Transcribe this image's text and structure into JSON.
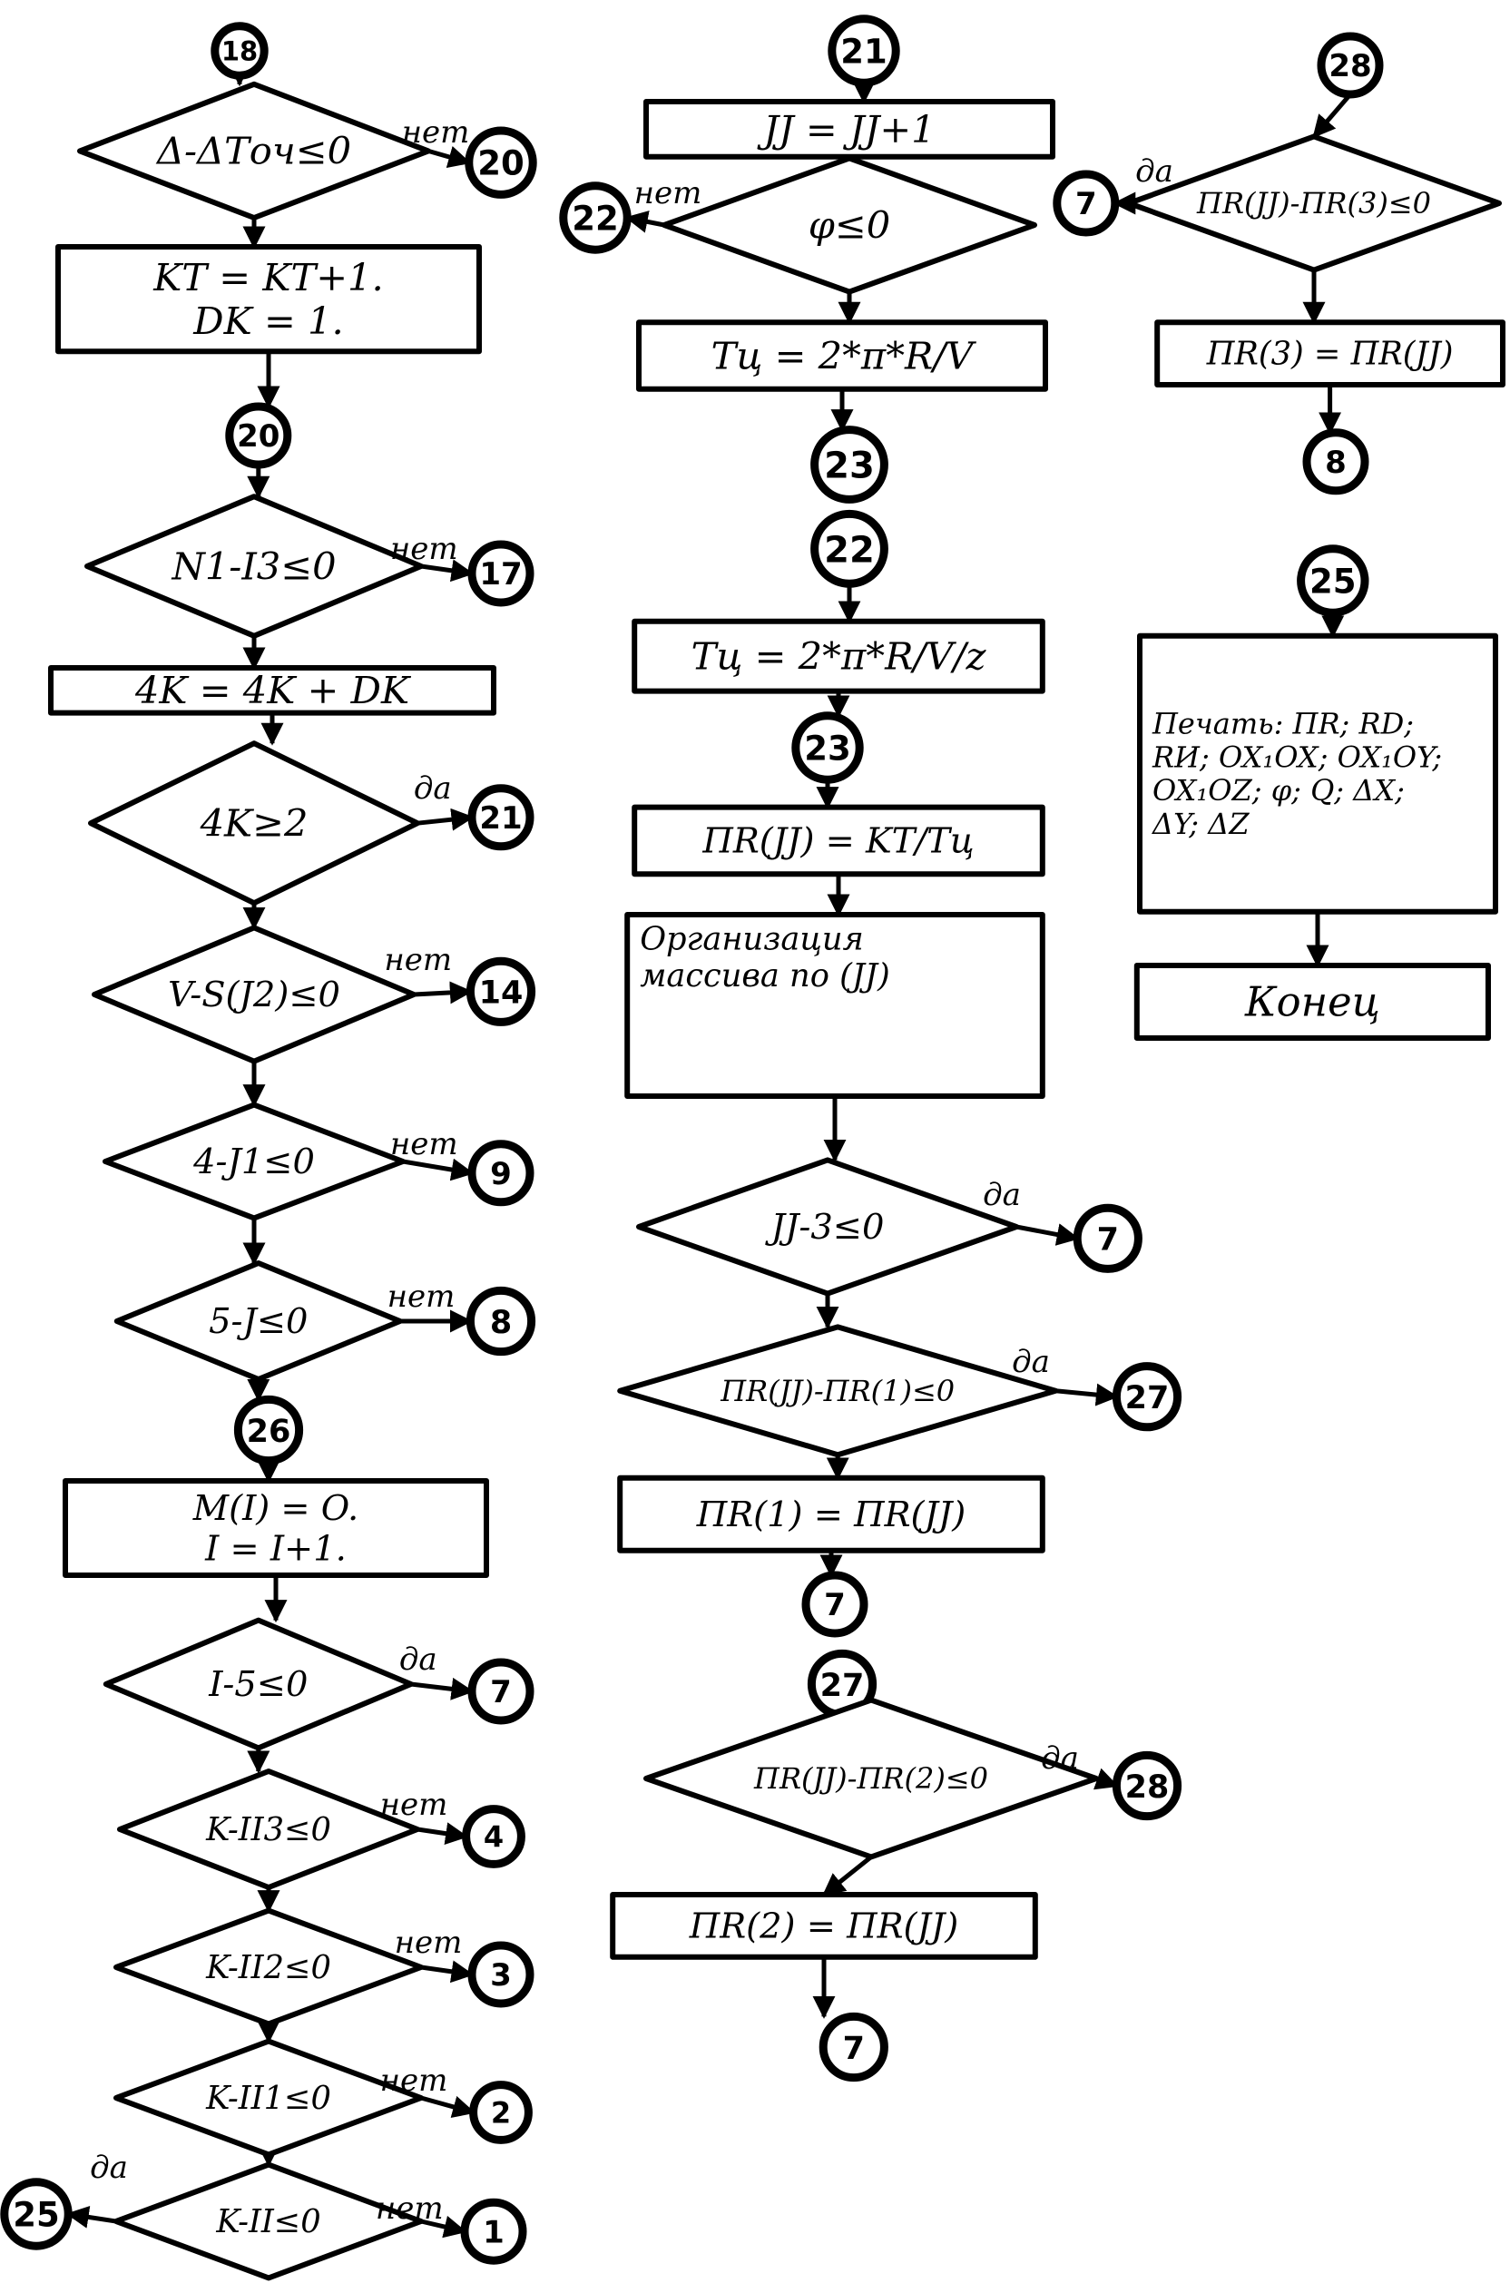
{
  "diagram": {
    "type": "flowchart",
    "language": "ru",
    "labels": {
      "yes": "да",
      "no": "нет"
    },
    "nodes": [
      {
        "id": "c18",
        "kind": "connector",
        "text": "18",
        "col": "left"
      },
      {
        "id": "d1",
        "kind": "decision",
        "text": "Δ-ΔТоч≤0"
      },
      {
        "id": "c20a",
        "kind": "connector",
        "text": "20"
      },
      {
        "id": "p1",
        "kind": "process",
        "lines": [
          "KT = KT+1.",
          "DK = 1."
        ]
      },
      {
        "id": "c20b",
        "kind": "connector",
        "text": "20"
      },
      {
        "id": "d2",
        "kind": "decision",
        "text": "N1-I3≤0"
      },
      {
        "id": "c17",
        "kind": "connector",
        "text": "17"
      },
      {
        "id": "p2",
        "kind": "process",
        "lines": [
          "4K = 4K + DK"
        ]
      },
      {
        "id": "d3",
        "kind": "decision",
        "text": "4K≥2"
      },
      {
        "id": "c21a",
        "kind": "connector",
        "text": "21"
      },
      {
        "id": "d4",
        "kind": "decision",
        "text": "V-S(J2)≤0"
      },
      {
        "id": "c14",
        "kind": "connector",
        "text": "14"
      },
      {
        "id": "d5",
        "kind": "decision",
        "text": "4-J1≤0"
      },
      {
        "id": "c9",
        "kind": "connector",
        "text": "9"
      },
      {
        "id": "d6",
        "kind": "decision",
        "text": "5-J≤0"
      },
      {
        "id": "c8a",
        "kind": "connector",
        "text": "8"
      },
      {
        "id": "c26",
        "kind": "connector",
        "text": "26"
      },
      {
        "id": "p3",
        "kind": "process",
        "lines": [
          "M(I) = O.",
          "I = I+1."
        ]
      },
      {
        "id": "d7",
        "kind": "decision",
        "text": "I-5≤0"
      },
      {
        "id": "c7a",
        "kind": "connector",
        "text": "7"
      },
      {
        "id": "d8",
        "kind": "decision",
        "text": "K-II3≤0"
      },
      {
        "id": "c4",
        "kind": "connector",
        "text": "4"
      },
      {
        "id": "d9",
        "kind": "decision",
        "text": "K-II2≤0"
      },
      {
        "id": "c3",
        "kind": "connector",
        "text": "3"
      },
      {
        "id": "d10",
        "kind": "decision",
        "text": "K-II1≤0"
      },
      {
        "id": "c2",
        "kind": "connector",
        "text": "2"
      },
      {
        "id": "d11",
        "kind": "decision",
        "text": "K-II≤0"
      },
      {
        "id": "c25a",
        "kind": "connector",
        "text": "25"
      },
      {
        "id": "c1",
        "kind": "connector",
        "text": "1"
      },
      {
        "id": "c21b",
        "kind": "connector",
        "text": "21"
      },
      {
        "id": "p4",
        "kind": "process",
        "lines": [
          "JJ = JJ+1"
        ]
      },
      {
        "id": "d12",
        "kind": "decision",
        "text": "φ≤0"
      },
      {
        "id": "c22a",
        "kind": "connector",
        "text": "22"
      },
      {
        "id": "p5",
        "kind": "process",
        "lines": [
          "Tц = 2*π*R/V"
        ]
      },
      {
        "id": "c23a",
        "kind": "connector",
        "text": "23"
      },
      {
        "id": "c22b",
        "kind": "connector",
        "text": "22"
      },
      {
        "id": "p6",
        "kind": "process",
        "lines": [
          "Tц = 2*π*R/V/z"
        ]
      },
      {
        "id": "c23b",
        "kind": "connector",
        "text": "23"
      },
      {
        "id": "p7",
        "kind": "process",
        "lines": [
          "ПR(JJ) = KT/Tц"
        ]
      },
      {
        "id": "p8",
        "kind": "process",
        "lines": [
          "Организация",
          "массива по (JJ)"
        ]
      },
      {
        "id": "d13",
        "kind": "decision",
        "text": "JJ-3≤0"
      },
      {
        "id": "c7b",
        "kind": "connector",
        "text": "7"
      },
      {
        "id": "d14",
        "kind": "decision",
        "text": "ПR(JJ)-ПR(1)≤0"
      },
      {
        "id": "c27a",
        "kind": "connector",
        "text": "27"
      },
      {
        "id": "p9",
        "kind": "process",
        "lines": [
          "ПR(1) = ПR(JJ)"
        ]
      },
      {
        "id": "c7c",
        "kind": "connector",
        "text": "7"
      },
      {
        "id": "c27b",
        "kind": "connector",
        "text": "27"
      },
      {
        "id": "d15",
        "kind": "decision",
        "text": "ПR(JJ)-ПR(2)≤0"
      },
      {
        "id": "c28a",
        "kind": "connector",
        "text": "28"
      },
      {
        "id": "p10",
        "kind": "process",
        "lines": [
          "ПR(2) = ПR(JJ)"
        ]
      },
      {
        "id": "c7d",
        "kind": "connector",
        "text": "7"
      },
      {
        "id": "c28b",
        "kind": "connector",
        "text": "28"
      },
      {
        "id": "d16",
        "kind": "decision",
        "text": "ПR(JJ)-ПR(3)≤0"
      },
      {
        "id": "c7e",
        "kind": "connector",
        "text": "7"
      },
      {
        "id": "p11",
        "kind": "process",
        "lines": [
          "ПR(3) = ПR(JJ)"
        ]
      },
      {
        "id": "c8b",
        "kind": "connector",
        "text": "8"
      },
      {
        "id": "c25b",
        "kind": "connector",
        "text": "25"
      },
      {
        "id": "p12",
        "kind": "process",
        "lines": [
          "Печать: ПR; RD;",
          "RИ; OX₁OX; OX₁OY;",
          "OX₁OZ; φ; Q; ΔX;",
          "ΔY; ΔZ"
        ]
      },
      {
        "id": "p13",
        "kind": "terminal",
        "lines": [
          "Конец"
        ]
      }
    ],
    "edges": [
      {
        "from": "c18",
        "to": "d1"
      },
      {
        "from": "d1",
        "to": "c20a",
        "label": "нет"
      },
      {
        "from": "d1",
        "to": "p1"
      },
      {
        "from": "p1",
        "to": "c20b"
      },
      {
        "from": "c20b",
        "to": "d2"
      },
      {
        "from": "d2",
        "to": "c17",
        "label": "нет"
      },
      {
        "from": "d2",
        "to": "p2"
      },
      {
        "from": "p2",
        "to": "d3"
      },
      {
        "from": "d3",
        "to": "c21a",
        "label": "да"
      },
      {
        "from": "d3",
        "to": "d4"
      },
      {
        "from": "d4",
        "to": "c14",
        "label": "нет"
      },
      {
        "from": "d4",
        "to": "d5"
      },
      {
        "from": "d5",
        "to": "c9",
        "label": "нет"
      },
      {
        "from": "d5",
        "to": "d6"
      },
      {
        "from": "d6",
        "to": "c8a",
        "label": "нет"
      },
      {
        "from": "d6",
        "to": "c26"
      },
      {
        "from": "c26",
        "to": "p3"
      },
      {
        "from": "p3",
        "to": "d7"
      },
      {
        "from": "d7",
        "to": "c7a",
        "label": "да"
      },
      {
        "from": "d7",
        "to": "d8"
      },
      {
        "from": "d8",
        "to": "c4",
        "label": "нет"
      },
      {
        "from": "d8",
        "to": "d9"
      },
      {
        "from": "d9",
        "to": "c3",
        "label": "нет"
      },
      {
        "from": "d9",
        "to": "d10"
      },
      {
        "from": "d10",
        "to": "c2",
        "label": "нет"
      },
      {
        "from": "d10",
        "to": "d11"
      },
      {
        "from": "d11",
        "to": "c25a",
        "label": "да"
      },
      {
        "from": "d11",
        "to": "c1",
        "label": "нет"
      },
      {
        "from": "c21b",
        "to": "p4"
      },
      {
        "from": "p4",
        "to": "d12"
      },
      {
        "from": "d12",
        "to": "c22a",
        "label": "нет"
      },
      {
        "from": "d12",
        "to": "p5"
      },
      {
        "from": "p5",
        "to": "c23a"
      },
      {
        "from": "c22b",
        "to": "p6"
      },
      {
        "from": "p6",
        "to": "c23b"
      },
      {
        "from": "c23b",
        "to": "p7"
      },
      {
        "from": "p7",
        "to": "p8"
      },
      {
        "from": "p8",
        "to": "d13"
      },
      {
        "from": "d13",
        "to": "c7b",
        "label": "да"
      },
      {
        "from": "d13",
        "to": "d14"
      },
      {
        "from": "d14",
        "to": "c27a",
        "label": "да"
      },
      {
        "from": "d14",
        "to": "p9"
      },
      {
        "from": "p9",
        "to": "c7c"
      },
      {
        "from": "c27b",
        "to": "d15"
      },
      {
        "from": "d15",
        "to": "c28a",
        "label": "да"
      },
      {
        "from": "d15",
        "to": "p10"
      },
      {
        "from": "p10",
        "to": "c7d"
      },
      {
        "from": "c28b",
        "to": "d16"
      },
      {
        "from": "d16",
        "to": "c7e",
        "label": "да"
      },
      {
        "from": "d16",
        "to": "p11"
      },
      {
        "from": "p11",
        "to": "c8b"
      },
      {
        "from": "c25b",
        "to": "p12"
      },
      {
        "from": "p12",
        "to": "p13"
      }
    ]
  }
}
